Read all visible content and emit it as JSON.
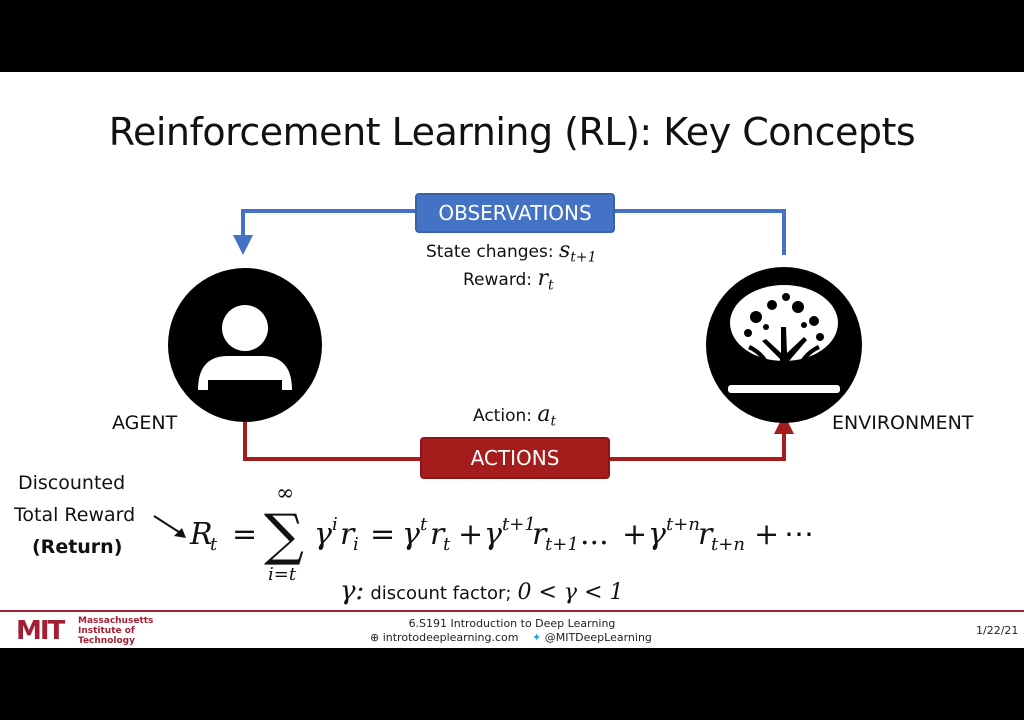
{
  "title": "Reinforcement Learning (RL): Key Concepts",
  "observations_label": "OBSERVATIONS",
  "actions_label": "ACTIONS",
  "state_changes_label": "State changes:",
  "state_symbol": "s",
  "state_subscript": "t+1",
  "reward_label": "Reward:",
  "reward_symbol": "r",
  "reward_subscript": "t",
  "action_label": "Action:",
  "action_symbol": "a",
  "action_subscript": "t",
  "agent_label": "AGENT",
  "environment_label": "ENVIRONMENT",
  "discounted_line1": "Discounted",
  "discounted_line2": "Total Reward",
  "discounted_line3": "(Return)",
  "gamma_text": "discount factor;",
  "gamma_range": "0 < γ < 1",
  "footer": {
    "logo_text": "MIT",
    "institute_line1": "Massachusetts",
    "institute_line2": "Institute of",
    "institute_line3": "Technology",
    "course": "6.S191 Introduction to Deep Learning",
    "website": "introtodeeplearning.com",
    "twitter": "@MITDeepLearning",
    "date": "1/22/21"
  },
  "colors": {
    "observations": "#4472c4",
    "actions": "#a51c1c",
    "mit_red": "#a31f34"
  }
}
